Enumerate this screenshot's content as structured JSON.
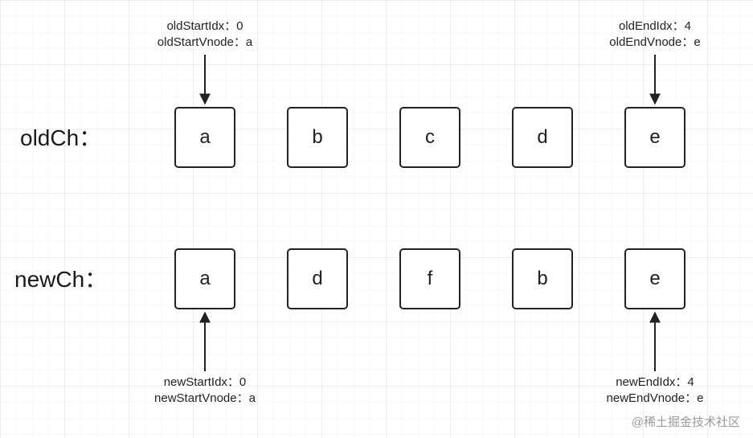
{
  "rows": {
    "old": {
      "label": "oldCh：",
      "nodes": [
        "a",
        "b",
        "c",
        "d",
        "e"
      ]
    },
    "new": {
      "label": "newCh：",
      "nodes": [
        "a",
        "d",
        "f",
        "b",
        "e"
      ]
    }
  },
  "pointers": {
    "old_start": {
      "idx": "oldStartIdx：0",
      "vnode": "oldStartVnode：a"
    },
    "old_end": {
      "idx": "oldEndIdx：4",
      "vnode": "oldEndVnode：e"
    },
    "new_start": {
      "idx": "newStartIdx：0",
      "vnode": "newStartVnode：a"
    },
    "new_end": {
      "idx": "newEndIdx：4",
      "vnode": "newEndVnode：e"
    }
  },
  "watermark": "@稀土掘金技术社区"
}
